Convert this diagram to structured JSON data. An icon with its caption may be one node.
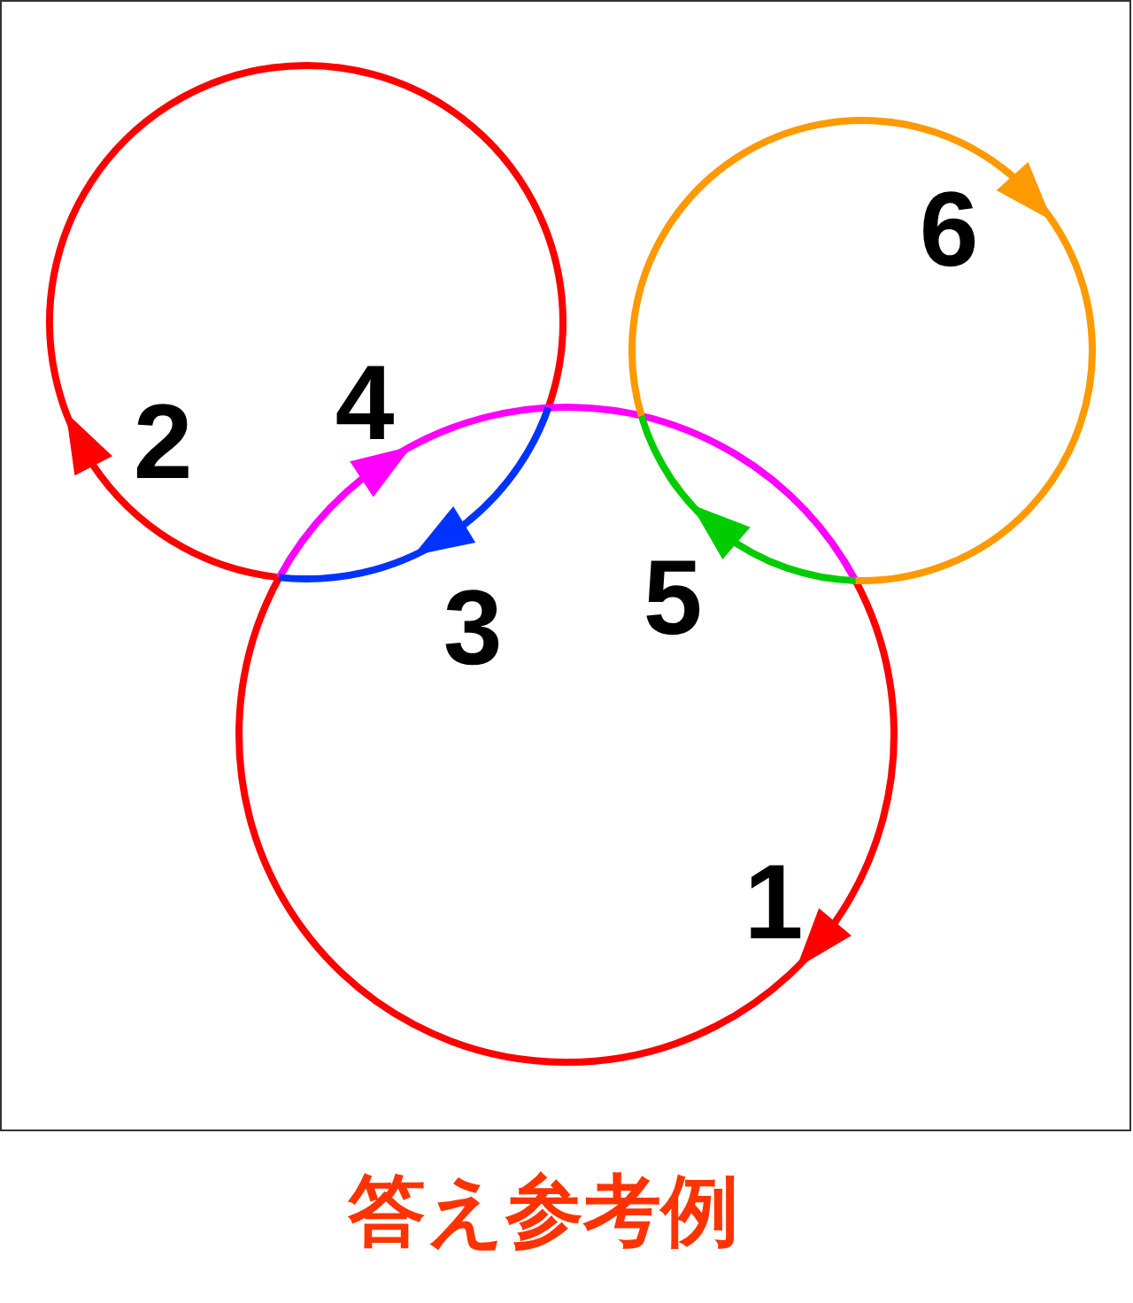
{
  "diagram": {
    "caption": "答え参考例",
    "labels": [
      "6",
      "2",
      "4",
      "3",
      "5",
      "1"
    ]
  }
}
